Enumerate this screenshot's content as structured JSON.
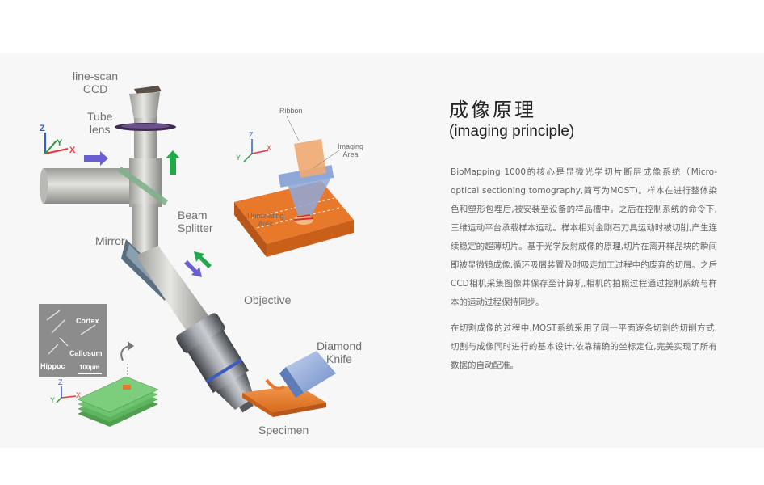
{
  "heading": {
    "title_cn": "成像原理",
    "title_en": "(imaging principle)"
  },
  "description": {
    "paragraph_1": "BioMapping 1000的核心是显微光学切片断层成像系统（Micro-optical sectioning tomography,简写为MOST)。样本在进行整体染色和塑形包埋后,被安装至设备的样品槽中。之后在控制系统的命令下,三维运动平台承载样本运动。样本相对金刚石刀具运动时被切削,产生连续稳定的超薄切片。基于光学反射成像的原理,切片在离开样品块的瞬间即被显微镜成像,循环吸屑装置及时吸走加工过程中的废弃的切屑。之后CCD相机采集图像并保存至计算机,相机的拍照过程通过控制系统与样本的运动过程保持同步。",
    "paragraph_2": "在切割成像的过程中,MOST系统采用了同一平面逐条切割的切削方式,切割与成像同时进行的基本设计,依靠精确的坐标定位,完美实现了所有数据的自动配准。"
  },
  "diagram": {
    "labels": {
      "ccd": "line-scan\nCCD",
      "tube_lens": "Tube\nlens",
      "beam_splitter": "Beam\nSplitter",
      "mirror": "Mirror",
      "objective": "Objective",
      "diamond_knife": "Diamond\nKnife",
      "specimen": "Specimen"
    },
    "inset_cutting": {
      "ribbon": "Ribbon",
      "imaging_area": "Imaging\nArea",
      "illuminating_area": "Illuminating\nArea"
    },
    "inset_micrograph": {
      "cortex": "Cortex",
      "callosum": "Callosum",
      "hippoc": "Hippoc",
      "scale_bar": "100μm"
    },
    "axes": {
      "x": "X",
      "y": "Y",
      "z": "Z"
    }
  },
  "colors": {
    "axis_x": "#e8343a",
    "axis_y": "#2a9a3a",
    "axis_z": "#2c5fcf",
    "arrow_in": "#6a5fcf",
    "arrow_out": "#1faa4a",
    "specimen": "#e8782a",
    "knife": "#8fa8d8"
  }
}
